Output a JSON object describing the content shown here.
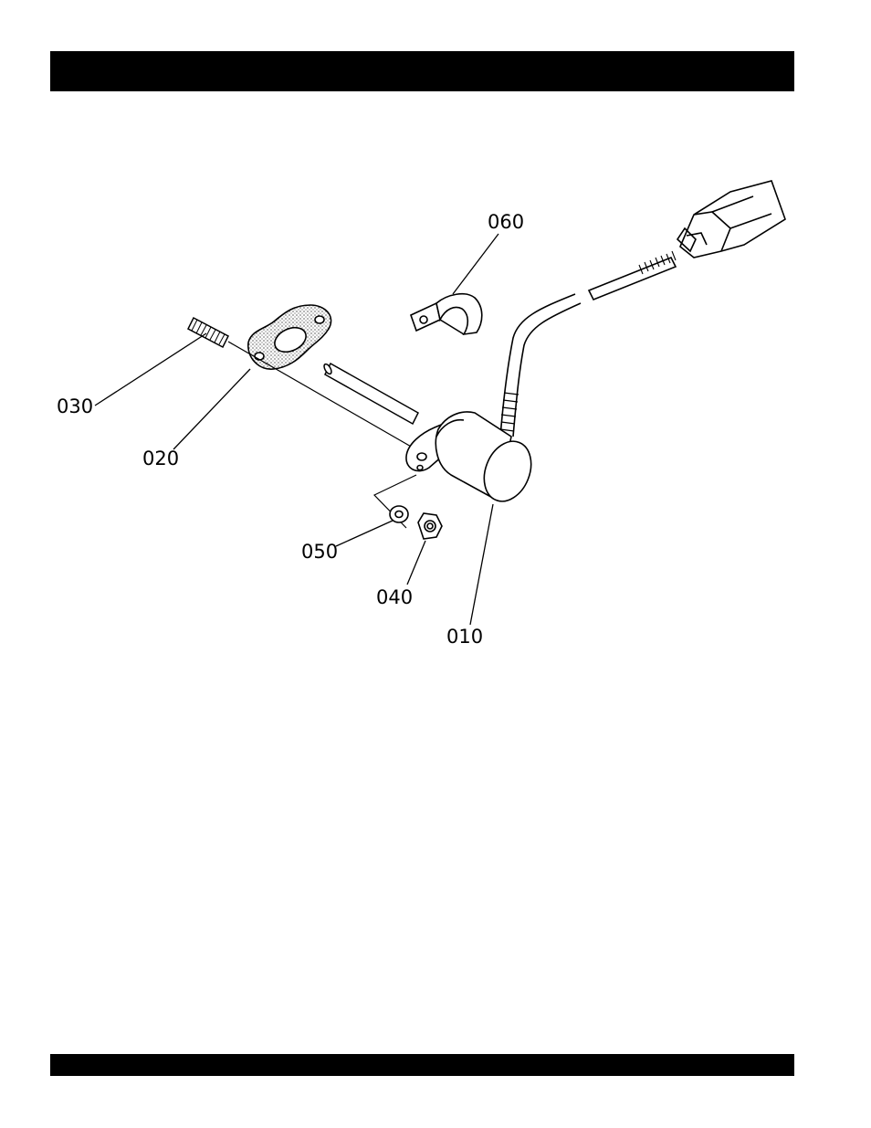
{
  "callouts": {
    "part_010": "010",
    "part_020": "020",
    "part_030": "030",
    "part_040": "040",
    "part_050": "050",
    "part_060": "060"
  }
}
